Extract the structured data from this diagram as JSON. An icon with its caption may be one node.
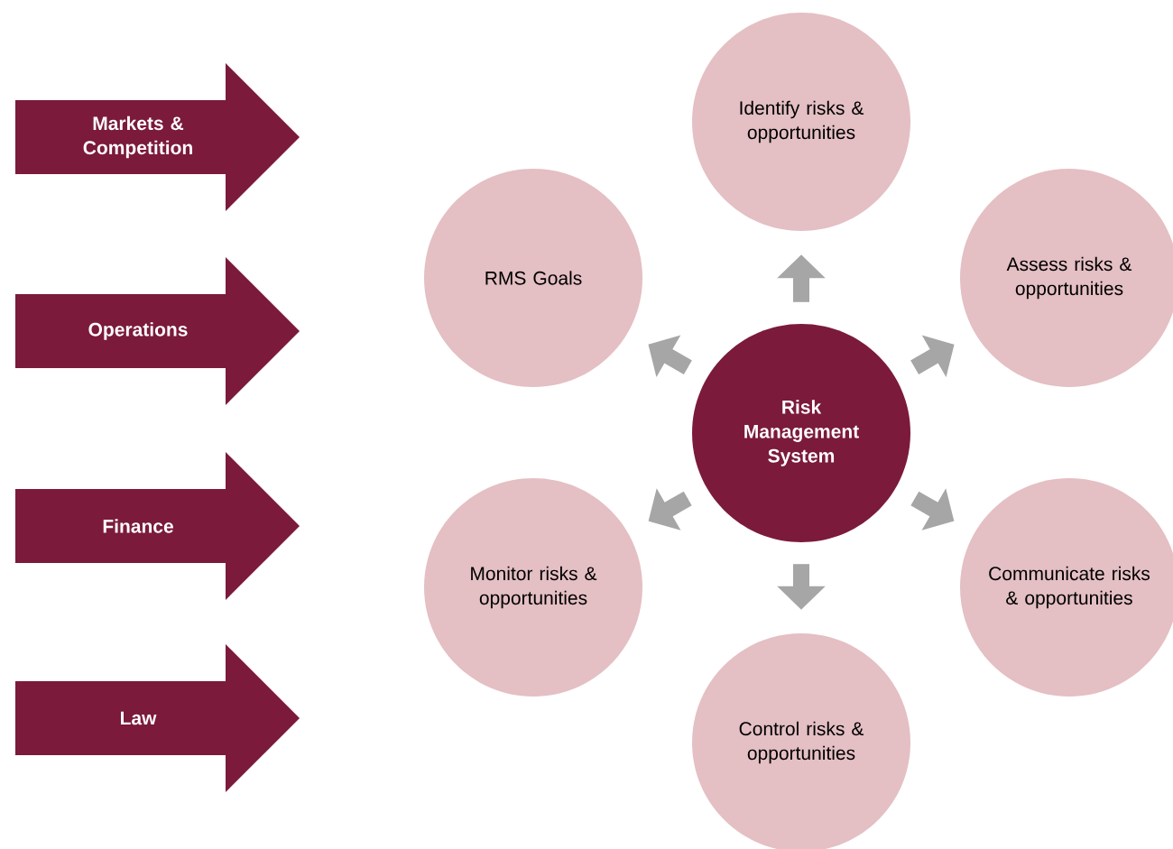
{
  "diagram": {
    "nodes": [
      {
        "text": [
          "Markets & Competition"
        ]
      },
      {
        "text": [
          "Operations"
        ]
      },
      {
        "text": [
          "Finance"
        ]
      },
      {
        "text": [
          "Law"
        ]
      },
      {
        "text": [
          "Risk Management System"
        ]
      },
      {
        "text": [
          "Identify risks & opportunities"
        ]
      },
      {
        "text": [
          "RMS Goals"
        ]
      },
      {
        "text": [
          "Assess risks & opportunities"
        ]
      },
      {
        "text": [
          "Monitor risks & opportunities"
        ]
      },
      {
        "text": [
          "Communicate risks & opportunities"
        ]
      },
      {
        "text": [
          "Control risks & opportunities"
        ]
      }
    ],
    "edges": [
      {
        "from": 4,
        "to": 5,
        "arrow": "to"
      },
      {
        "from": 4,
        "to": 6,
        "arrow": "to"
      },
      {
        "from": 4,
        "to": 7,
        "arrow": "to"
      },
      {
        "from": 4,
        "to": 8,
        "arrow": "to"
      },
      {
        "from": 4,
        "to": 9,
        "arrow": "to"
      },
      {
        "from": 4,
        "to": 10,
        "arrow": "to"
      }
    ]
  }
}
